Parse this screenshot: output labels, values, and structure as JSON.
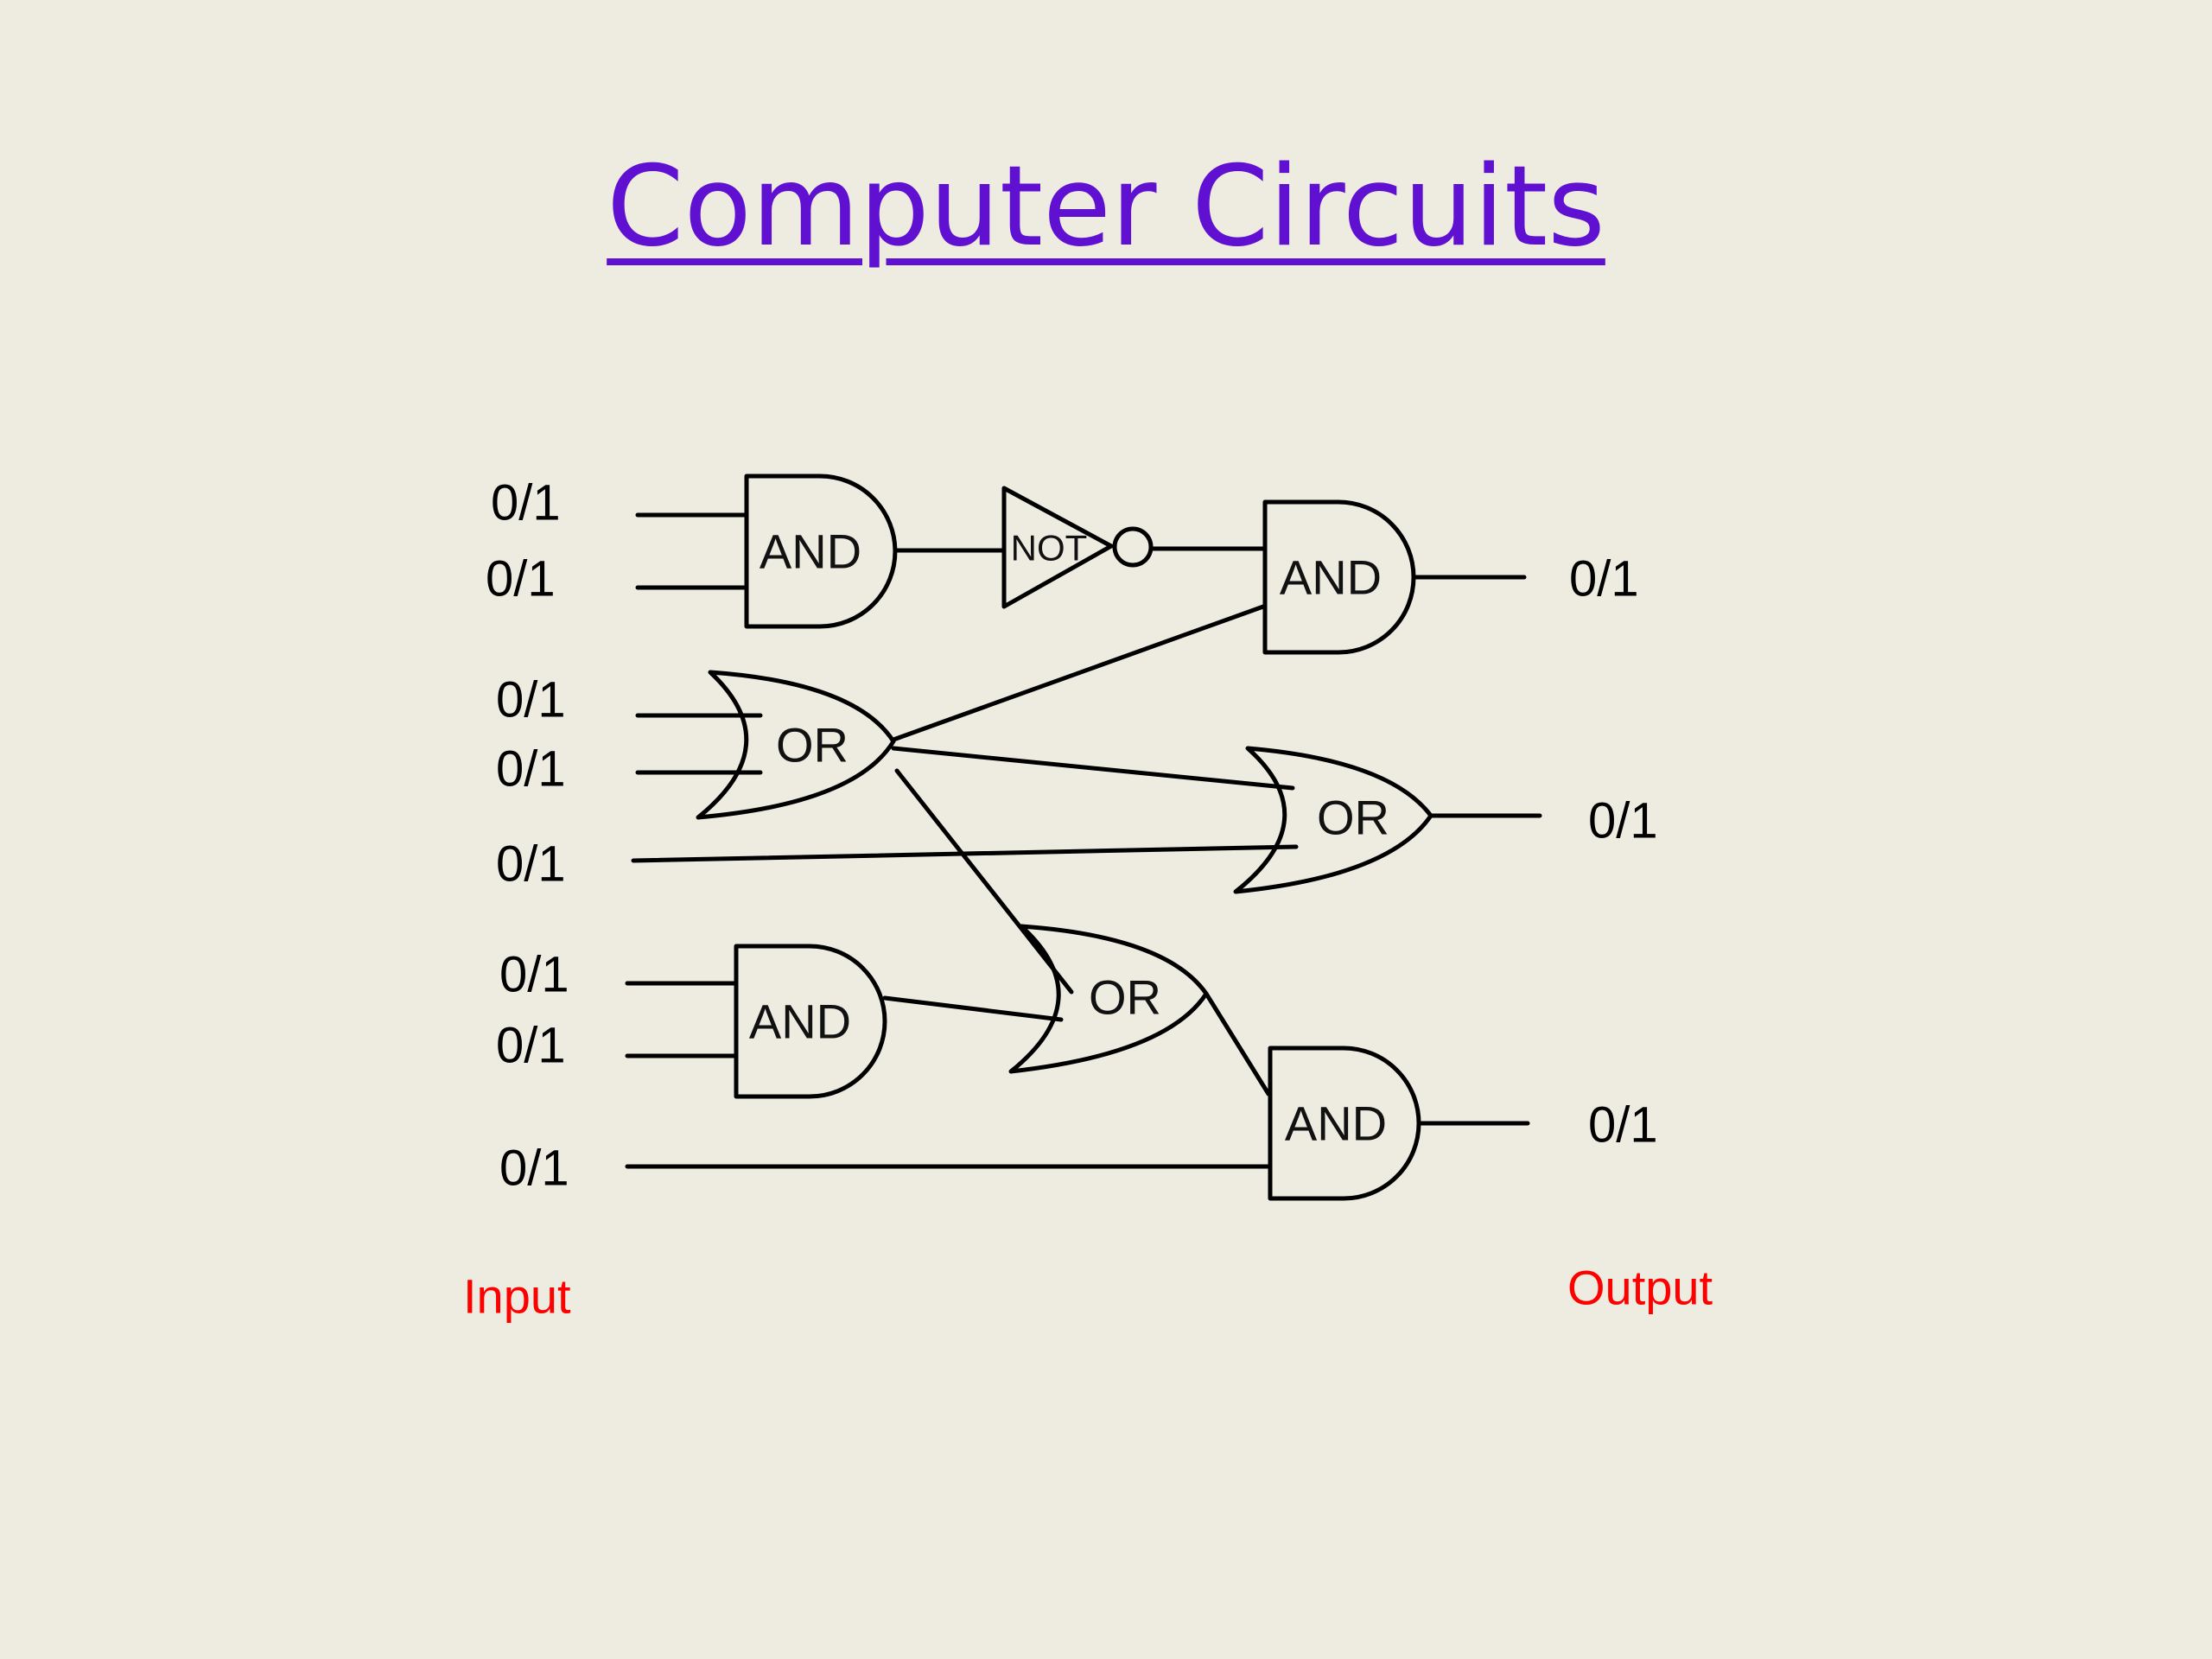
{
  "title": "Computer Circuits",
  "colors": {
    "background": "#EEECE1",
    "title": "#6010D0",
    "side_labels": "#FF0000"
  },
  "gates": {
    "and_1": "AND",
    "not_1": "NOT",
    "and_out_1": "AND",
    "or_1": "OR",
    "or_out_2": "OR",
    "and_2": "AND",
    "or_2": "OR",
    "and_out_3": "AND"
  },
  "inputs": [
    "0/1",
    "0/1",
    "0/1",
    "0/1",
    "0/1",
    "0/1",
    "0/1",
    "0/1"
  ],
  "outputs": [
    "0/1",
    "0/1",
    "0/1"
  ],
  "input_label": "Input",
  "output_label": "Output"
}
